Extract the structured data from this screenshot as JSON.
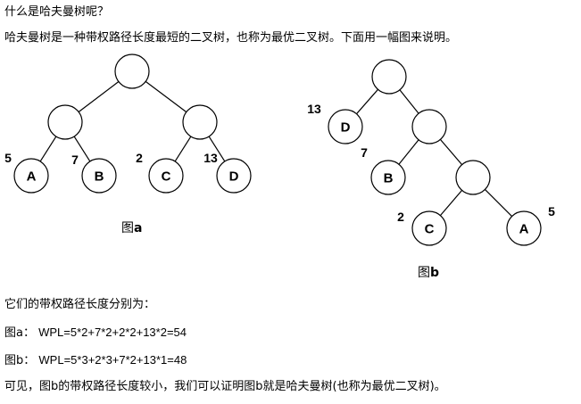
{
  "heading": "什么是哈夫曼树呢？",
  "intro": "哈夫曼树是一种带权路径长度最短的二叉树，也称为最优二叉树。下面用一幅图来说明。",
  "figure_a": {
    "caption_prefix": "图",
    "caption_letter": "a",
    "nodes": [
      {
        "id": "root",
        "label": ""
      },
      {
        "id": "l",
        "label": ""
      },
      {
        "id": "r",
        "label": ""
      },
      {
        "id": "A",
        "label": "A",
        "weight": "5"
      },
      {
        "id": "B",
        "label": "B",
        "weight": "7"
      },
      {
        "id": "C",
        "label": "C",
        "weight": "2"
      },
      {
        "id": "D",
        "label": "D",
        "weight": "13"
      }
    ],
    "edges": [
      [
        "root",
        "l"
      ],
      [
        "root",
        "r"
      ],
      [
        "l",
        "A"
      ],
      [
        "l",
        "B"
      ],
      [
        "r",
        "C"
      ],
      [
        "r",
        "D"
      ]
    ]
  },
  "figure_b": {
    "caption_prefix": "图",
    "caption_letter": "b",
    "nodes": [
      {
        "id": "n1",
        "label": ""
      },
      {
        "id": "D",
        "label": "D",
        "weight": "13"
      },
      {
        "id": "n2",
        "label": ""
      },
      {
        "id": "B",
        "label": "B",
        "weight": "7"
      },
      {
        "id": "n3",
        "label": ""
      },
      {
        "id": "C",
        "label": "C",
        "weight": "2"
      },
      {
        "id": "A",
        "label": "A",
        "weight": "5"
      }
    ],
    "edges": [
      [
        "n1",
        "D"
      ],
      [
        "n1",
        "n2"
      ],
      [
        "n2",
        "B"
      ],
      [
        "n2",
        "n3"
      ],
      [
        "n3",
        "C"
      ],
      [
        "n3",
        "A"
      ]
    ]
  },
  "wpl_intro": "它们的带权路径长度分别为：",
  "formula_a": {
    "prefix": "图a：",
    "expr": "WPL=5*2+7*2+2*2+13*2=54"
  },
  "formula_b": {
    "prefix": "图b：",
    "expr": "WPL=5*3+2*3+7*2+13*1=48"
  },
  "conclusion": "可见，图b的带权路径长度较小，我们可以证明图b就是哈夫曼树(也称为最优二叉树)。"
}
